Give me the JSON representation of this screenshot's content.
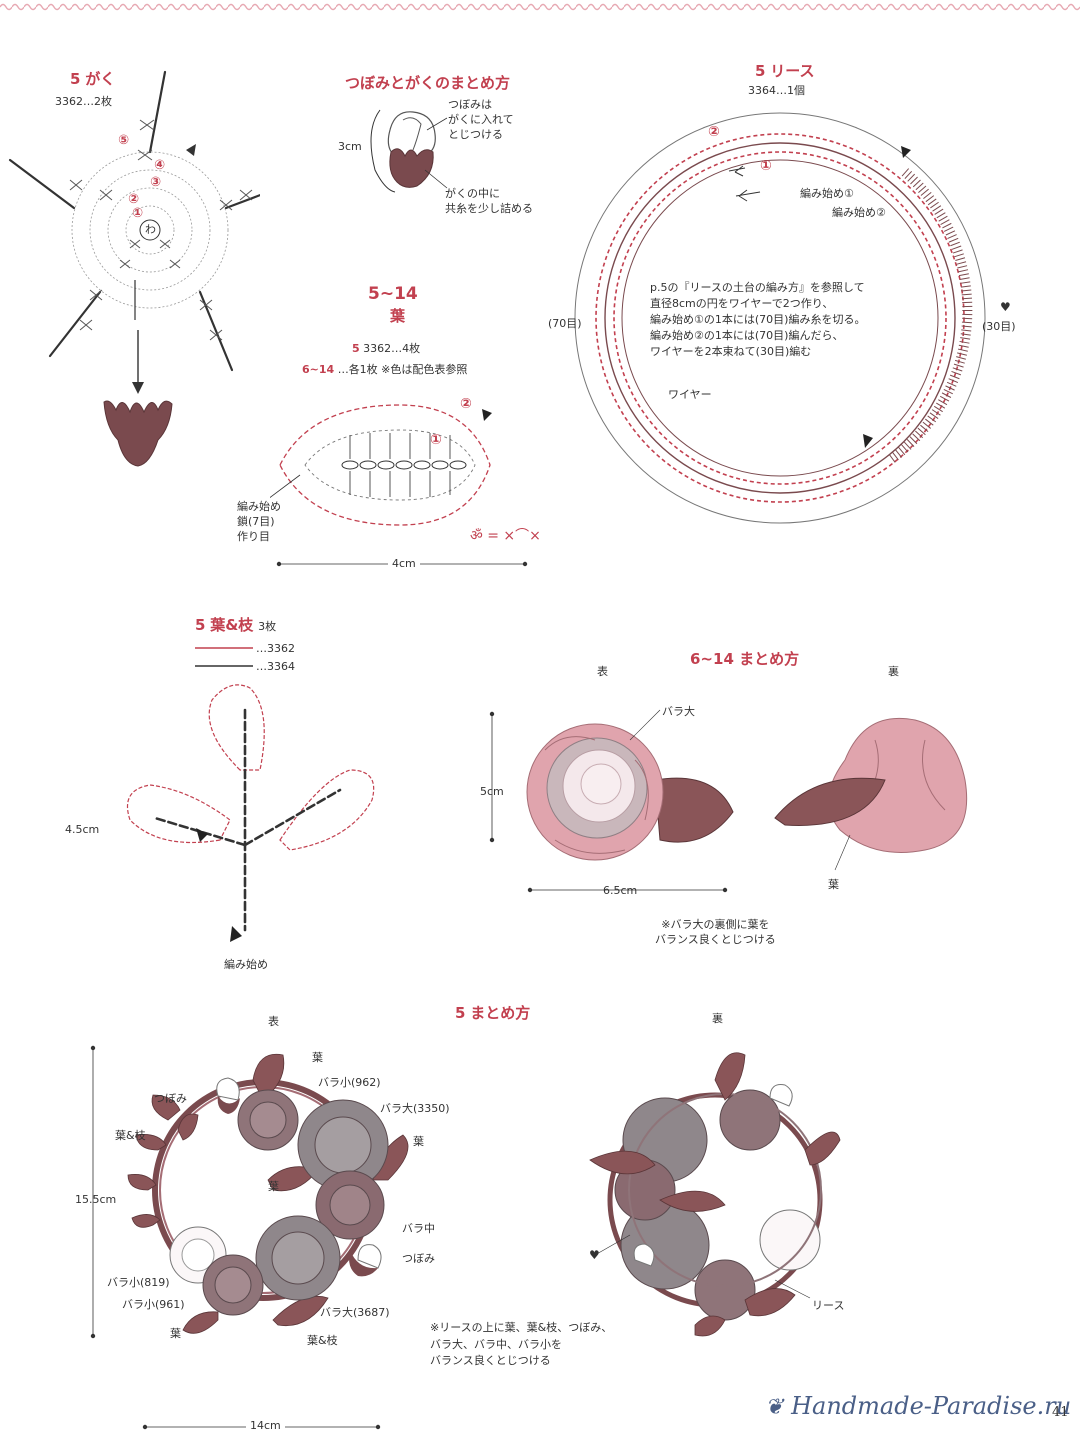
{
  "colors": {
    "accent_red": "#c2404f",
    "dark_maroon": "#7a4a4e",
    "pink_light": "#e6aab2",
    "pink_pale": "#f3d9de",
    "gray_rose": "#8f7f84",
    "leaf": "#8a5558",
    "border_pattern": "#e7a9b3"
  },
  "calyx": {
    "num": "5",
    "title": "がく",
    "spec": "3362…2枚",
    "marks": [
      "⑤",
      "④",
      "③",
      "②",
      "①"
    ],
    "center": "わ"
  },
  "bud": {
    "title": "つぼみとがくのまとめ方",
    "size": "3cm",
    "note1": "つぼみは\nがくに入れて\nとじつける",
    "note2": "がくの中に\n共糸を少し詰める"
  },
  "wreath": {
    "num": "5",
    "title": "リース",
    "spec": "3364…1個",
    "mark2": "②",
    "mark1": "①",
    "start1": "編み始め①",
    "start2": "編み始め②",
    "instructions": "p.5の『リースの土台の編み方』を参照して\n直径8cmの円をワイヤーで2つ作り、\n編み始め①の1本には(70目)編み糸を切る。\n編み始め②の1本には(70目)編んだら、\nワイヤーを2本束ねて(30目)編む",
    "left_count": "(70目)",
    "right_count": "(30目)",
    "wire": "ワイヤー"
  },
  "leaf": {
    "num": "5~14",
    "title": "葉",
    "spec1_num": "5",
    "spec1": "3362…4枚",
    "spec2_num": "6~14",
    "spec2": "…各1枚 ※色は配色表参照",
    "mark2": "②",
    "mark1": "①",
    "start": "編み始め\n鎖(7目)\n作り目",
    "width": "4cm",
    "legend": "= ×⌒×"
  },
  "leaf_branch": {
    "num": "5",
    "title": "葉&枝",
    "count": "3枚",
    "legend1": "…3362",
    "legend2": "…3364",
    "height": "4.5cm",
    "start": "編み始め"
  },
  "assembly_6_14": {
    "title": "6~14 まとめ方",
    "front": "表",
    "back": "裏",
    "rose_large": "バラ大",
    "height": "5cm",
    "width": "6.5cm",
    "leaf": "葉",
    "note": "※バラ大の裏側に葉を\nバランス良くとじつける"
  },
  "assembly_5": {
    "num": "5",
    "title": "まとめ方",
    "front": "表",
    "back": "裏",
    "labels": {
      "leaf": "葉",
      "rose_small_962": "バラ小(962)",
      "bud": "つぼみ",
      "rose_large_3350": "バラ大(3350)",
      "leaf_branch": "葉&枝",
      "leaf2": "葉",
      "leaf3": "葉",
      "rose_mid": "バラ中",
      "bud2": "つぼみ",
      "rose_small_819": "バラ小(819)",
      "rose_small_961": "バラ小(961)",
      "rose_large_3687": "バラ大(3687)",
      "leaf4": "葉",
      "leaf_branch2": "葉&枝",
      "wreath": "リース"
    },
    "height": "15.5cm",
    "width": "14cm",
    "note": "※リースの上に葉、葉&枝、つぼみ、\nバラ大、バラ中、バラ小を\nバランス良くとじつける"
  },
  "watermark": "Handmade-Paradise.ru",
  "page_number": "41"
}
